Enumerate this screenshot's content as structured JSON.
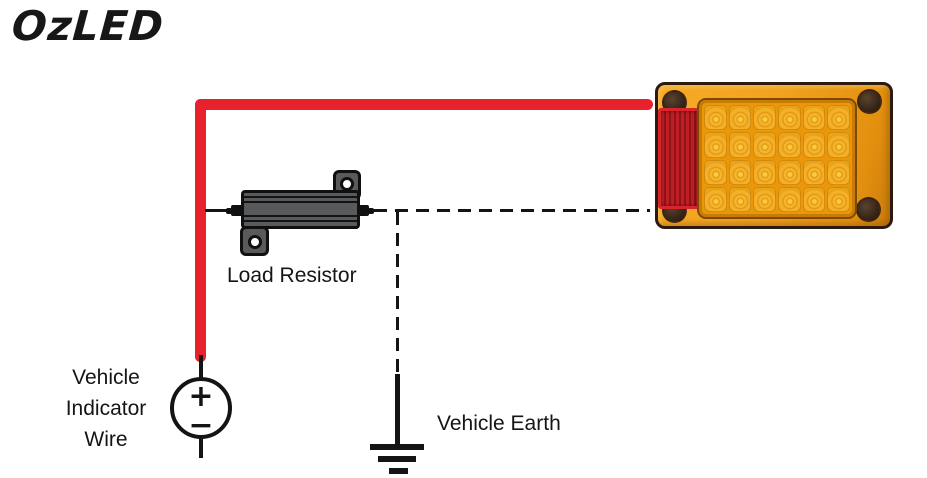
{
  "logo": {
    "text": "OzLED"
  },
  "diagram": {
    "load_resistor_label": "Load Resistor",
    "vehicle_earth_label": "Vehicle Earth",
    "indicator_label_lines": [
      "Vehicle",
      "Indicator",
      "Wire"
    ],
    "source_symbol": {
      "plus": "+",
      "minus": "−"
    }
  },
  "led_light": {
    "rows": 4,
    "cols": 6
  },
  "colors": {
    "wire_red": "#e8222d",
    "line": "#141414",
    "metal_gray": "#595a5c",
    "housing_amber": "#f2a21f",
    "panel_orange": "#ec9708",
    "led_amber": "#f4b02a",
    "reflector_red": "#c01e24"
  }
}
